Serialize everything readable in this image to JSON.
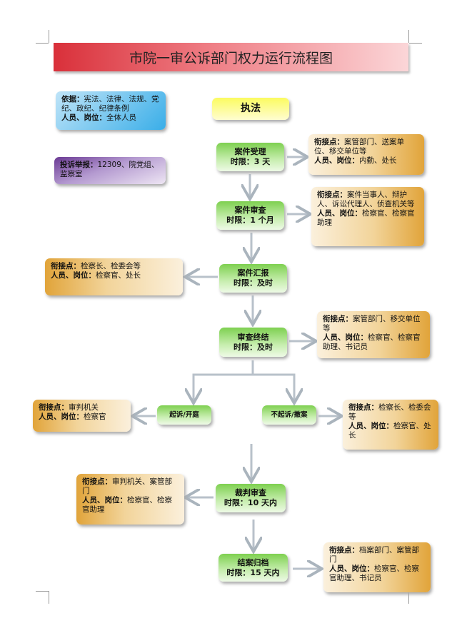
{
  "title": "市院一审公诉部门权力运行流程图",
  "basis": {
    "label1": "依据：",
    "text1": "宪法、法律、法规、党纪、政纪、纪律条例",
    "label2": "人员、岗位：",
    "text2": "全体人员"
  },
  "complaint": {
    "label": "投诉举报：",
    "text": "12309、院党组、监察室"
  },
  "enforce": "执法",
  "steps": [
    {
      "name": "案件受理",
      "limit": "时限：3 天"
    },
    {
      "name": "案件审查",
      "limit": "时限：1 个月"
    },
    {
      "name": "案件汇报",
      "limit": "时限：及时"
    },
    {
      "name": "审查终结",
      "limit": "时限：及时"
    },
    {
      "name": "起诉/开庭"
    },
    {
      "name": "不起诉/撤案"
    },
    {
      "name": "裁判审查",
      "limit": "时限：10 天内"
    },
    {
      "name": "结案归档",
      "limit": "时限：15 天内"
    }
  ],
  "link_label": "衔接点：",
  "staff_label": "人员、岗位：",
  "notes": [
    {
      "link": "案管部门、送案单位、移交单位等",
      "staff": "内勤、处长"
    },
    {
      "link": "案件当事人、辩护人、诉讼代理人、侦查机关等",
      "staff": "检察官、检察官助理"
    },
    {
      "link": "检察长、检委会等",
      "staff": "检察官、处长"
    },
    {
      "link": "案管部门、移交单位等",
      "staff": "检察官、检察官助理、书记员"
    },
    {
      "link": "审判机关",
      "staff": "检察官"
    },
    {
      "link": "检察长、检委会等",
      "staff": "检察官、处长"
    },
    {
      "link": "审判机关、案管部门",
      "staff": "检察官、检察官助理"
    },
    {
      "link": "档案部门、案管部门",
      "staff": "检察官、检察官助理、书记员"
    }
  ]
}
